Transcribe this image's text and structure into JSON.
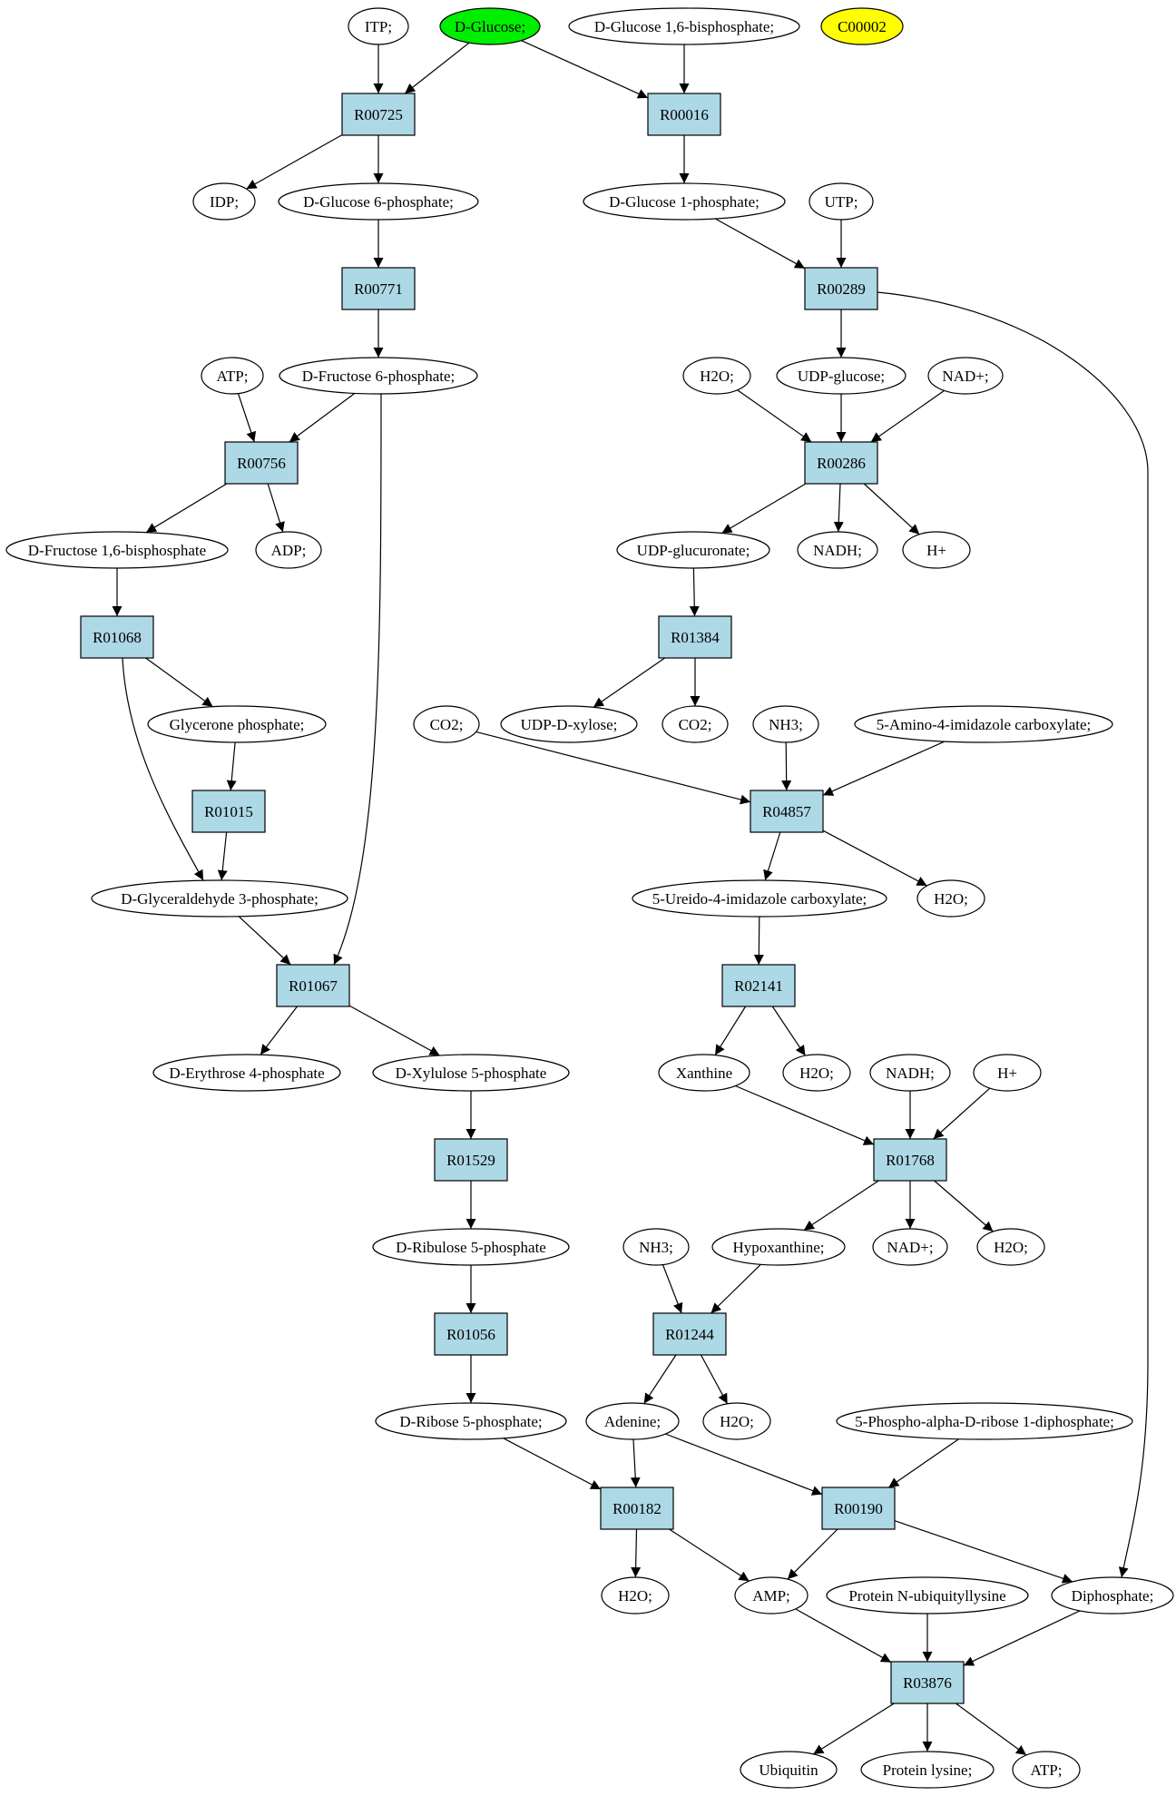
{
  "colors": {
    "reaction_fill": "#add8e6",
    "compound_fill": "#ffffff",
    "highlight_green": "#00ee00",
    "highlight_yellow": "#ffff00",
    "stroke": "#000000"
  },
  "nodes": {
    "itp": "ITP;",
    "dglucose": "D-Glucose;",
    "dglc16bp": "D-Glucose 1,6-bisphosphate;",
    "c00002": "C00002",
    "r00725": "R00725",
    "r00016": "R00016",
    "idp": "IDP;",
    "g6p": "D-Glucose 6-phosphate;",
    "g1p": "D-Glucose 1-phosphate;",
    "utp": "UTP;",
    "r00771": "R00771",
    "r00289": "R00289",
    "atp1": "ATP;",
    "f6p": "D-Fructose 6-phosphate;",
    "h2o_1": "H2O;",
    "udpglc": "UDP-glucose;",
    "nadp_1": "NAD+;",
    "r00756": "R00756",
    "r00286": "R00286",
    "f16bp": "D-Fructose 1,6-bisphosphate",
    "adp": "ADP;",
    "udpglcua": "UDP-glucuronate;",
    "nadh_1": "NADH;",
    "hplus_1": "H+",
    "r01068": "R01068",
    "r01384": "R01384",
    "glyp": "Glycerone phosphate;",
    "udpxyl": "UDP-D-xylose;",
    "co2_1": "CO2;",
    "co2_2": "CO2;",
    "nh3_1": "NH3;",
    "aic": "5-Amino-4-imidazole carboxylate;",
    "r01015": "R01015",
    "r04857": "R04857",
    "gap": "D-Glyceraldehyde 3-phosphate;",
    "uic": "5-Ureido-4-imidazole carboxylate;",
    "h2o_2": "H2O;",
    "r01067": "R01067",
    "r02141": "R02141",
    "e4p": "D-Erythrose 4-phosphate",
    "xu5p": "D-Xylulose 5-phosphate",
    "xanthine": "Xanthine",
    "h2o_3": "H2O;",
    "nadh_2": "NADH;",
    "hplus_2": "H+",
    "r01529": "R01529",
    "r01768": "R01768",
    "ru5p": "D-Ribulose 5-phosphate",
    "nh3_2": "NH3;",
    "hypox": "Hypoxanthine;",
    "nadp_2": "NAD+;",
    "h2o_4": "H2O;",
    "r01056": "R01056",
    "r01244": "R01244",
    "r5p": "D-Ribose 5-phosphate;",
    "adenine": "Adenine;",
    "h2o_5": "H2O;",
    "prpp": "5-Phospho-alpha-D-ribose 1-diphosphate;",
    "r00182": "R00182",
    "r00190": "R00190",
    "h2o_6": "H2O;",
    "amp": "AMP;",
    "protubq": "Protein N-ubiquityllysine",
    "diphos": "Diphosphate;",
    "r03876": "R03876",
    "ubiquitin": "Ubiquitin",
    "protlys": "Protein lysine;",
    "atp2": "ATP;"
  }
}
